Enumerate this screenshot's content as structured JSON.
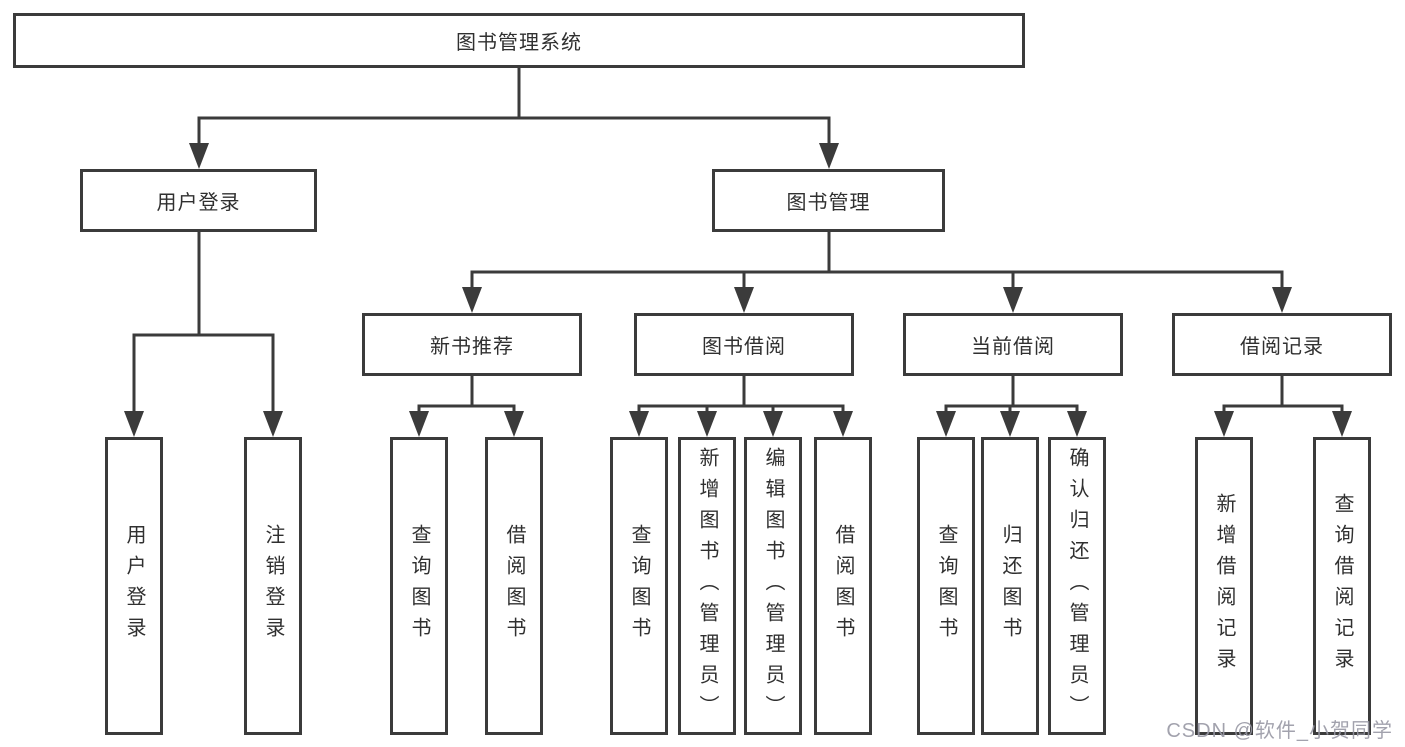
{
  "diagram": {
    "tree": {
      "label": "图书管理系统",
      "children": [
        {
          "label": "用户登录",
          "children": [
            {
              "label": "用户登录"
            },
            {
              "label": "注销登录"
            }
          ]
        },
        {
          "label": "图书管理",
          "children": [
            {
              "label": "新书推荐",
              "children": [
                {
                  "label": "查询图书"
                },
                {
                  "label": "借阅图书"
                }
              ]
            },
            {
              "label": "图书借阅",
              "children": [
                {
                  "label": "查询图书"
                },
                {
                  "label": "新增图书（管理员）"
                },
                {
                  "label": "编辑图书（管理员）"
                },
                {
                  "label": "借阅图书"
                }
              ]
            },
            {
              "label": "当前借阅",
              "children": [
                {
                  "label": "查询图书"
                },
                {
                  "label": "归还图书"
                },
                {
                  "label": "确认归还（管理员）"
                }
              ]
            },
            {
              "label": "借阅记录",
              "children": [
                {
                  "label": "新增借阅记录"
                },
                {
                  "label": "查询借阅记录"
                }
              ]
            }
          ]
        }
      ]
    },
    "colors": {
      "line": "#3b3b3b",
      "box_border": "#3b3b3b",
      "box_fill": "#ffffff",
      "text": "#303030",
      "watermark": "#9898a4",
      "background": "#ffffff"
    }
  },
  "watermark": {
    "text": "CSDN @软件_小贺同学"
  }
}
